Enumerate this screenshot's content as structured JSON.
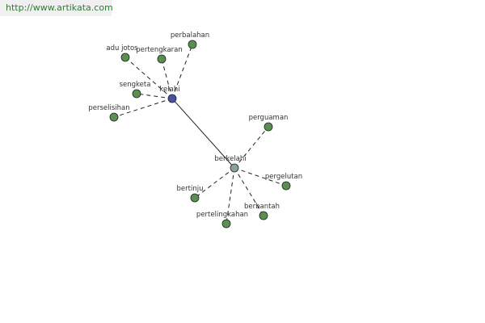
{
  "site": {
    "url": "http://www.artikata.com"
  },
  "colors": {
    "hub": "#4a4fa0",
    "leaf": "#5b8f52",
    "accent": "#8aa39a",
    "stroke": "#222222",
    "edge": "#222222",
    "banner_text": "#2e7d32"
  },
  "graph": {
    "hubs": [
      {
        "id": "kelahi",
        "label": "kelahi",
        "color": "hub"
      },
      {
        "id": "berkelahi",
        "label": "berkelahi",
        "color": "accent"
      }
    ],
    "nodes": [
      {
        "id": "adu-jotos",
        "label": "adu jotos",
        "hub": "kelahi"
      },
      {
        "id": "pertengkaran",
        "label": "pertengkaran",
        "hub": "kelahi"
      },
      {
        "id": "perbalahan",
        "label": "perbalahan",
        "hub": "kelahi"
      },
      {
        "id": "sengketa",
        "label": "sengketa",
        "hub": "kelahi"
      },
      {
        "id": "perselisihan",
        "label": "perselisihan",
        "hub": "kelahi"
      },
      {
        "id": "perguaman",
        "label": "perguaman",
        "hub": "berkelahi"
      },
      {
        "id": "pergelutan",
        "label": "pergelutan",
        "hub": "berkelahi"
      },
      {
        "id": "bertinju",
        "label": "bertinju",
        "hub": "berkelahi"
      },
      {
        "id": "berbantah",
        "label": "berbantah",
        "hub": "berkelahi"
      },
      {
        "id": "pertelingkahan",
        "label": "pertelingkahan",
        "hub": "berkelahi"
      }
    ],
    "hub_link": {
      "from": "kelahi",
      "to": "berkelahi"
    }
  }
}
